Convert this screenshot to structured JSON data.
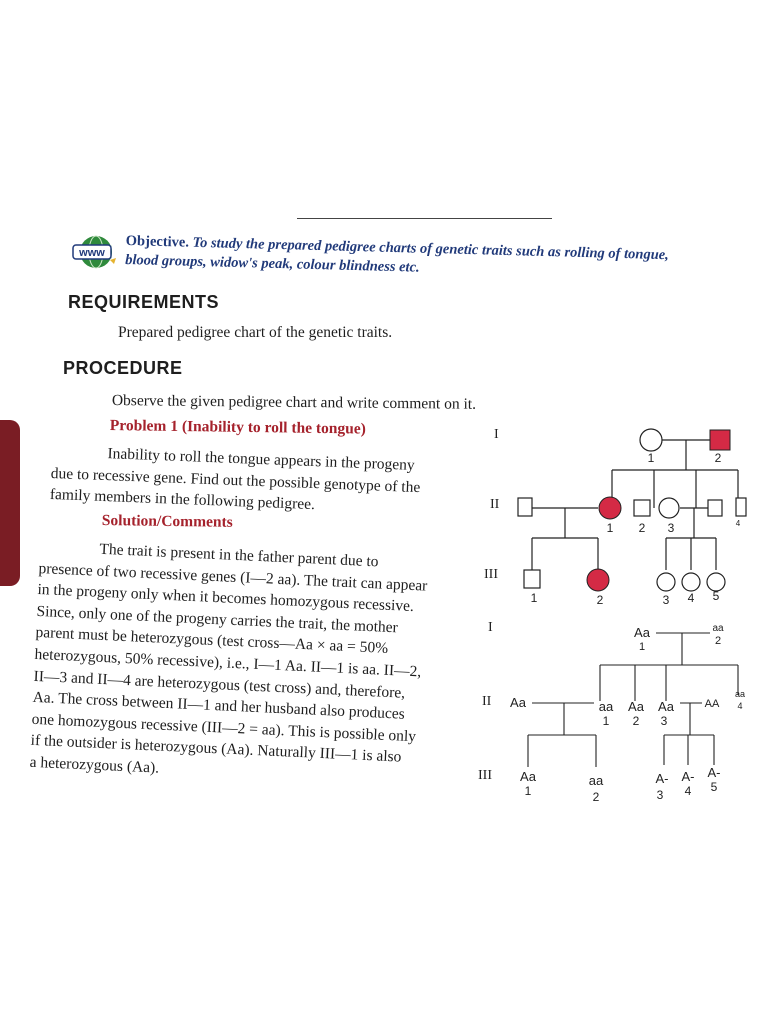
{
  "objective": {
    "lead": "Objective.",
    "line1": "To study the prepared pedigree charts of genetic traits such as rolling of tongue,",
    "line2": "blood groups, widow's peak, colour blindness etc.",
    "icon_text": "www"
  },
  "requirements": {
    "heading": "REQUIREMENTS",
    "text": "Prepared pedigree chart of the genetic traits."
  },
  "procedure": {
    "heading": "PROCEDURE",
    "intro": "Observe the given pedigree chart and write comment on it.",
    "problem_title": "Problem 1 (Inability to roll the tongue)",
    "problem_lines": [
      "Inability to roll the tongue appears in the progeny",
      "due to recessive gene. Find out the possible genotype of the",
      "family members in the following pedigree."
    ],
    "solution_title": "Solution/Comments",
    "solution_lines": [
      "The trait is present in the father parent due to",
      "presence of two recessive genes (I—2 aa). The trait can appear",
      "in the progeny only when it becomes homozygous recessive.",
      "Since, only one of the progeny carries the trait, the mother",
      "parent must be heterozygous (test cross—Aa × aa = 50%",
      "heterozygous, 50% recessive), i.e., I—1 Aa. II—1 is aa. II—2,",
      "II—3 and II—4 are heterozygous (test cross) and, therefore,",
      "Aa. The cross between II—1 and her husband also produces",
      "one homozygous recessive (III—2 = aa). This is possible only",
      "if the outsider is heterozygous (Aa). Naturally III—1 is also",
      "a heterozygous (Aa)."
    ]
  },
  "pedigree_symbols": {
    "gen_labels": [
      "I",
      "II",
      "III"
    ],
    "gen1_numbers": [
      "1",
      "2"
    ],
    "gen2_numbers": [
      "1",
      "2",
      "3",
      "4"
    ],
    "gen3_numbers": [
      "1",
      "2",
      "3",
      "4",
      "5"
    ]
  },
  "pedigree_genotypes": {
    "gen_labels": [
      "I",
      "II",
      "III"
    ],
    "gen1": [
      {
        "genotype": "Aa",
        "number": "1"
      },
      {
        "genotype": "aa",
        "number": "2"
      }
    ],
    "gen2_outsider_left": "Aa",
    "gen2": [
      {
        "genotype": "aa",
        "number": "1"
      },
      {
        "genotype": "Aa",
        "number": "2"
      },
      {
        "genotype": "Aa",
        "number": "3"
      },
      {
        "genotype": "aa",
        "number": "4"
      }
    ],
    "gen2_outsider_right": "AA",
    "gen3": [
      {
        "genotype": "Aa",
        "number": "1"
      },
      {
        "genotype": "aa",
        "number": "2"
      },
      {
        "genotype": "A-",
        "number": "3"
      },
      {
        "genotype": "A-",
        "number": "4"
      },
      {
        "genotype": "A-",
        "number": "5"
      }
    ]
  },
  "colors": {
    "affected": "#d42a45",
    "heading_red": "#a5222c",
    "objective_blue": "#213a7a"
  }
}
